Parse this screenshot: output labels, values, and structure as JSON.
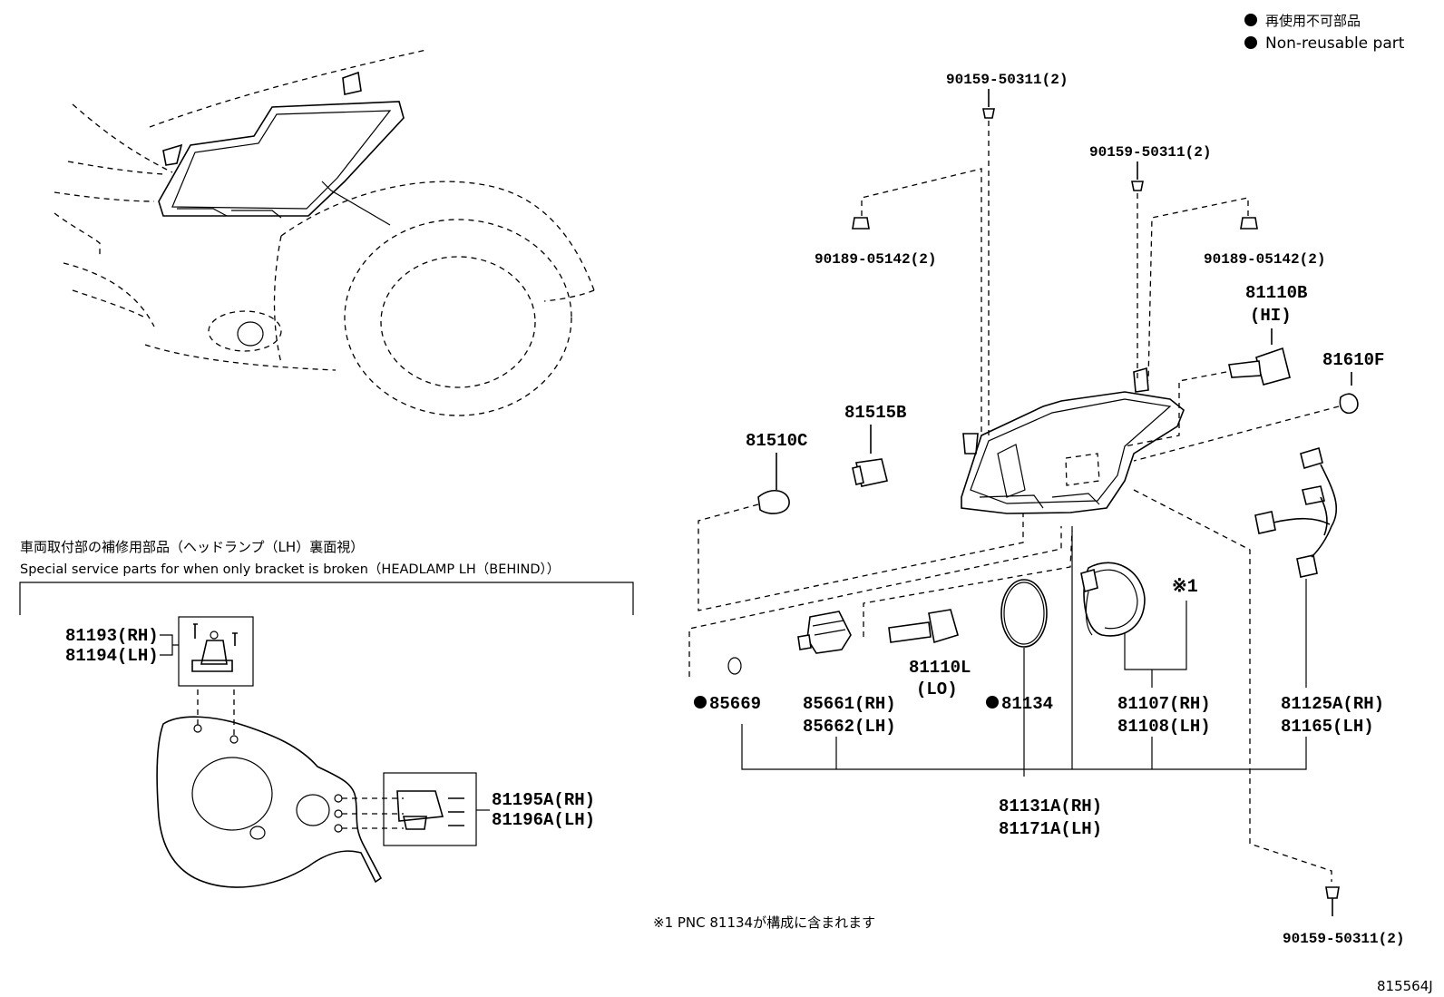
{
  "legend": {
    "jp": "再使用不可部品",
    "en": "Non-reusable part"
  },
  "service_parts": {
    "title_jp": "車両取付部の補修用部品（ヘッドランプ（LH）裏面視）",
    "title_en": "Special service parts for when only bracket is broken（HEADLAMP LH（BEHIND））"
  },
  "labels": {
    "p90159_top": "90159-50311(2)",
    "p90159_mid": "90159-50311(2)",
    "p90189_left": "90189-05142(2)",
    "p90189_right": "90189-05142(2)",
    "p81110b": "81110B",
    "p81110b_note": "(HI)",
    "p81610f": "81610F",
    "p81515b": "81515B",
    "p81510c": "81510C",
    "p81193": "81193(RH)",
    "p81194": "81194(LH)",
    "p81195a": "81195A(RH)",
    "p81196a": "81196A(LH)",
    "p85669": "85669",
    "p85661": "85661(RH)",
    "p85662": "85662(LH)",
    "p81110l": "81110L",
    "p81110l_note": "(LO)",
    "p81134": "81134",
    "p81107": "81107(RH)",
    "p81108": "81108(LH)",
    "p81125a": "81125A(RH)",
    "p81165": "81165(LH)",
    "p81131a": "81131A(RH)",
    "p81171a": "81171A(LH)",
    "p90159_bottom": "90159-50311(2)",
    "ref1": "※1"
  },
  "footnote": "※1 PNC 81134が構成に含まれます",
  "diagram_id": "815564J"
}
